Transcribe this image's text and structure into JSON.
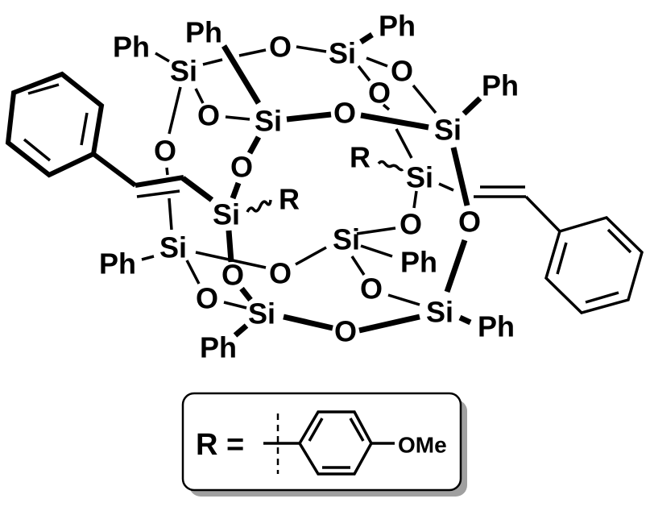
{
  "structure": {
    "si_label": "Si",
    "o_label": "O",
    "ph_label": "Ph",
    "r_label": "R"
  },
  "legend": {
    "r_equals": "R =",
    "ome_label": "OMe"
  },
  "colors": {
    "ink": "#000000",
    "box_shadow": "#a0a0a0"
  }
}
